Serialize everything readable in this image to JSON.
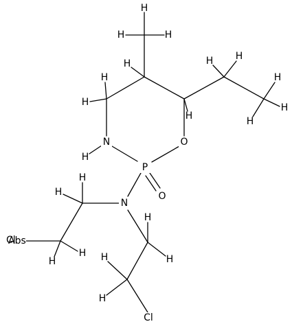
{
  "molecule": {
    "atoms": {
      "P": "P",
      "O_ring": "O",
      "O_oxo": "O",
      "N_ring": "N",
      "N_exo": "N",
      "Cl_1": "Cl",
      "Cl_2": "Cl",
      "H": "H",
      "abs_label": "Abs"
    }
  }
}
